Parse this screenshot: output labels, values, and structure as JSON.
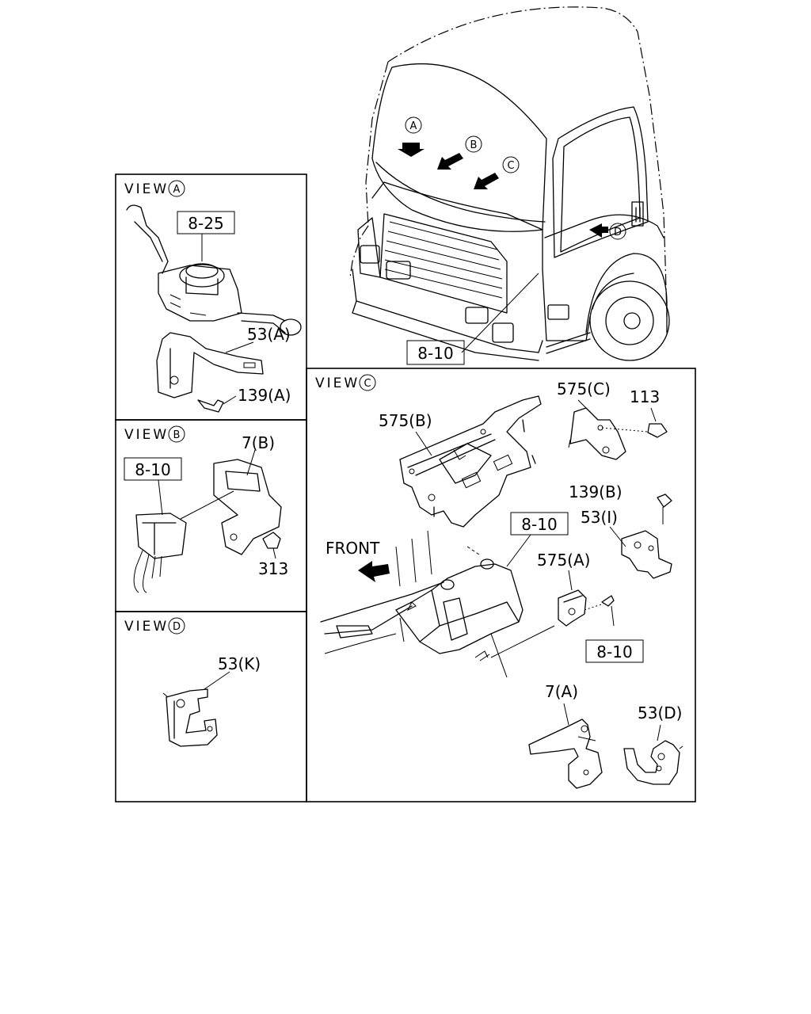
{
  "views": {
    "a": {
      "prefix": "VIEW",
      "letter": "A"
    },
    "b": {
      "prefix": "VIEW",
      "letter": "B"
    },
    "c": {
      "prefix": "VIEW",
      "letter": "C"
    },
    "d": {
      "prefix": "VIEW",
      "letter": "D"
    }
  },
  "cab": {
    "arrow_a": "A",
    "arrow_b": "B",
    "arrow_c": "C",
    "arrow_d": "D",
    "ref": "8-10"
  },
  "view_a": {
    "ref": "8-25",
    "bracket": "53(A)",
    "bolt": "139(A)"
  },
  "view_b": {
    "ref": "8-10",
    "bracket": "7(B)",
    "nut": "313"
  },
  "view_d": {
    "bracket": "53(K)"
  },
  "view_c": {
    "front": "FRONT",
    "ref_top": "8-10",
    "ref_bottom": "8-10",
    "p575b": "575(B)",
    "p575c": "575(C)",
    "p113": "113",
    "p139b": "139(B)",
    "p53i": "53(I)",
    "p575a": "575(A)",
    "p7a": "7(A)",
    "p53d": "53(D)"
  }
}
